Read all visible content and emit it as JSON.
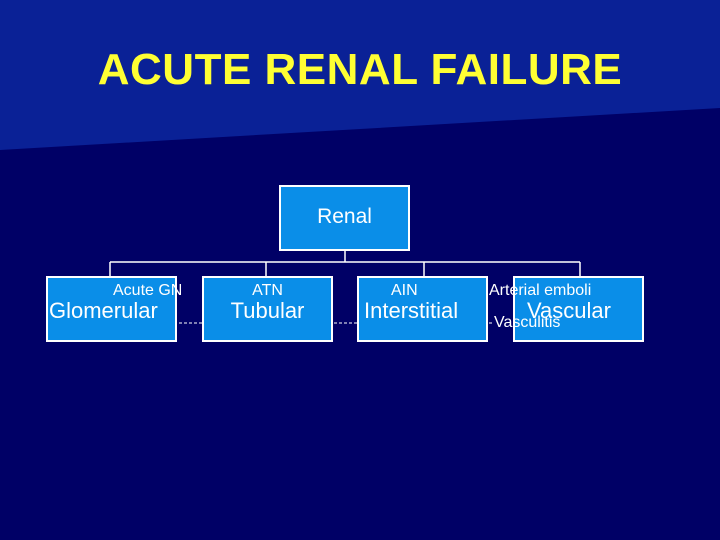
{
  "slide": {
    "title": "ACUTE RENAL FAILURE",
    "background_color": "#000066",
    "banner_color": "#0A2196",
    "title_color": "#FFFF33",
    "box_color": "#0A8EE8"
  },
  "diagram": {
    "root": "Renal",
    "categories": [
      {
        "label": "Glomerular",
        "example": "Acute GN"
      },
      {
        "label": "Tubular",
        "example": "ATN"
      },
      {
        "label": "Interstitial",
        "example": "AIN"
      },
      {
        "label": "Vascular",
        "example": "Arterial emboli",
        "example_2": "Vasculitis"
      }
    ]
  }
}
